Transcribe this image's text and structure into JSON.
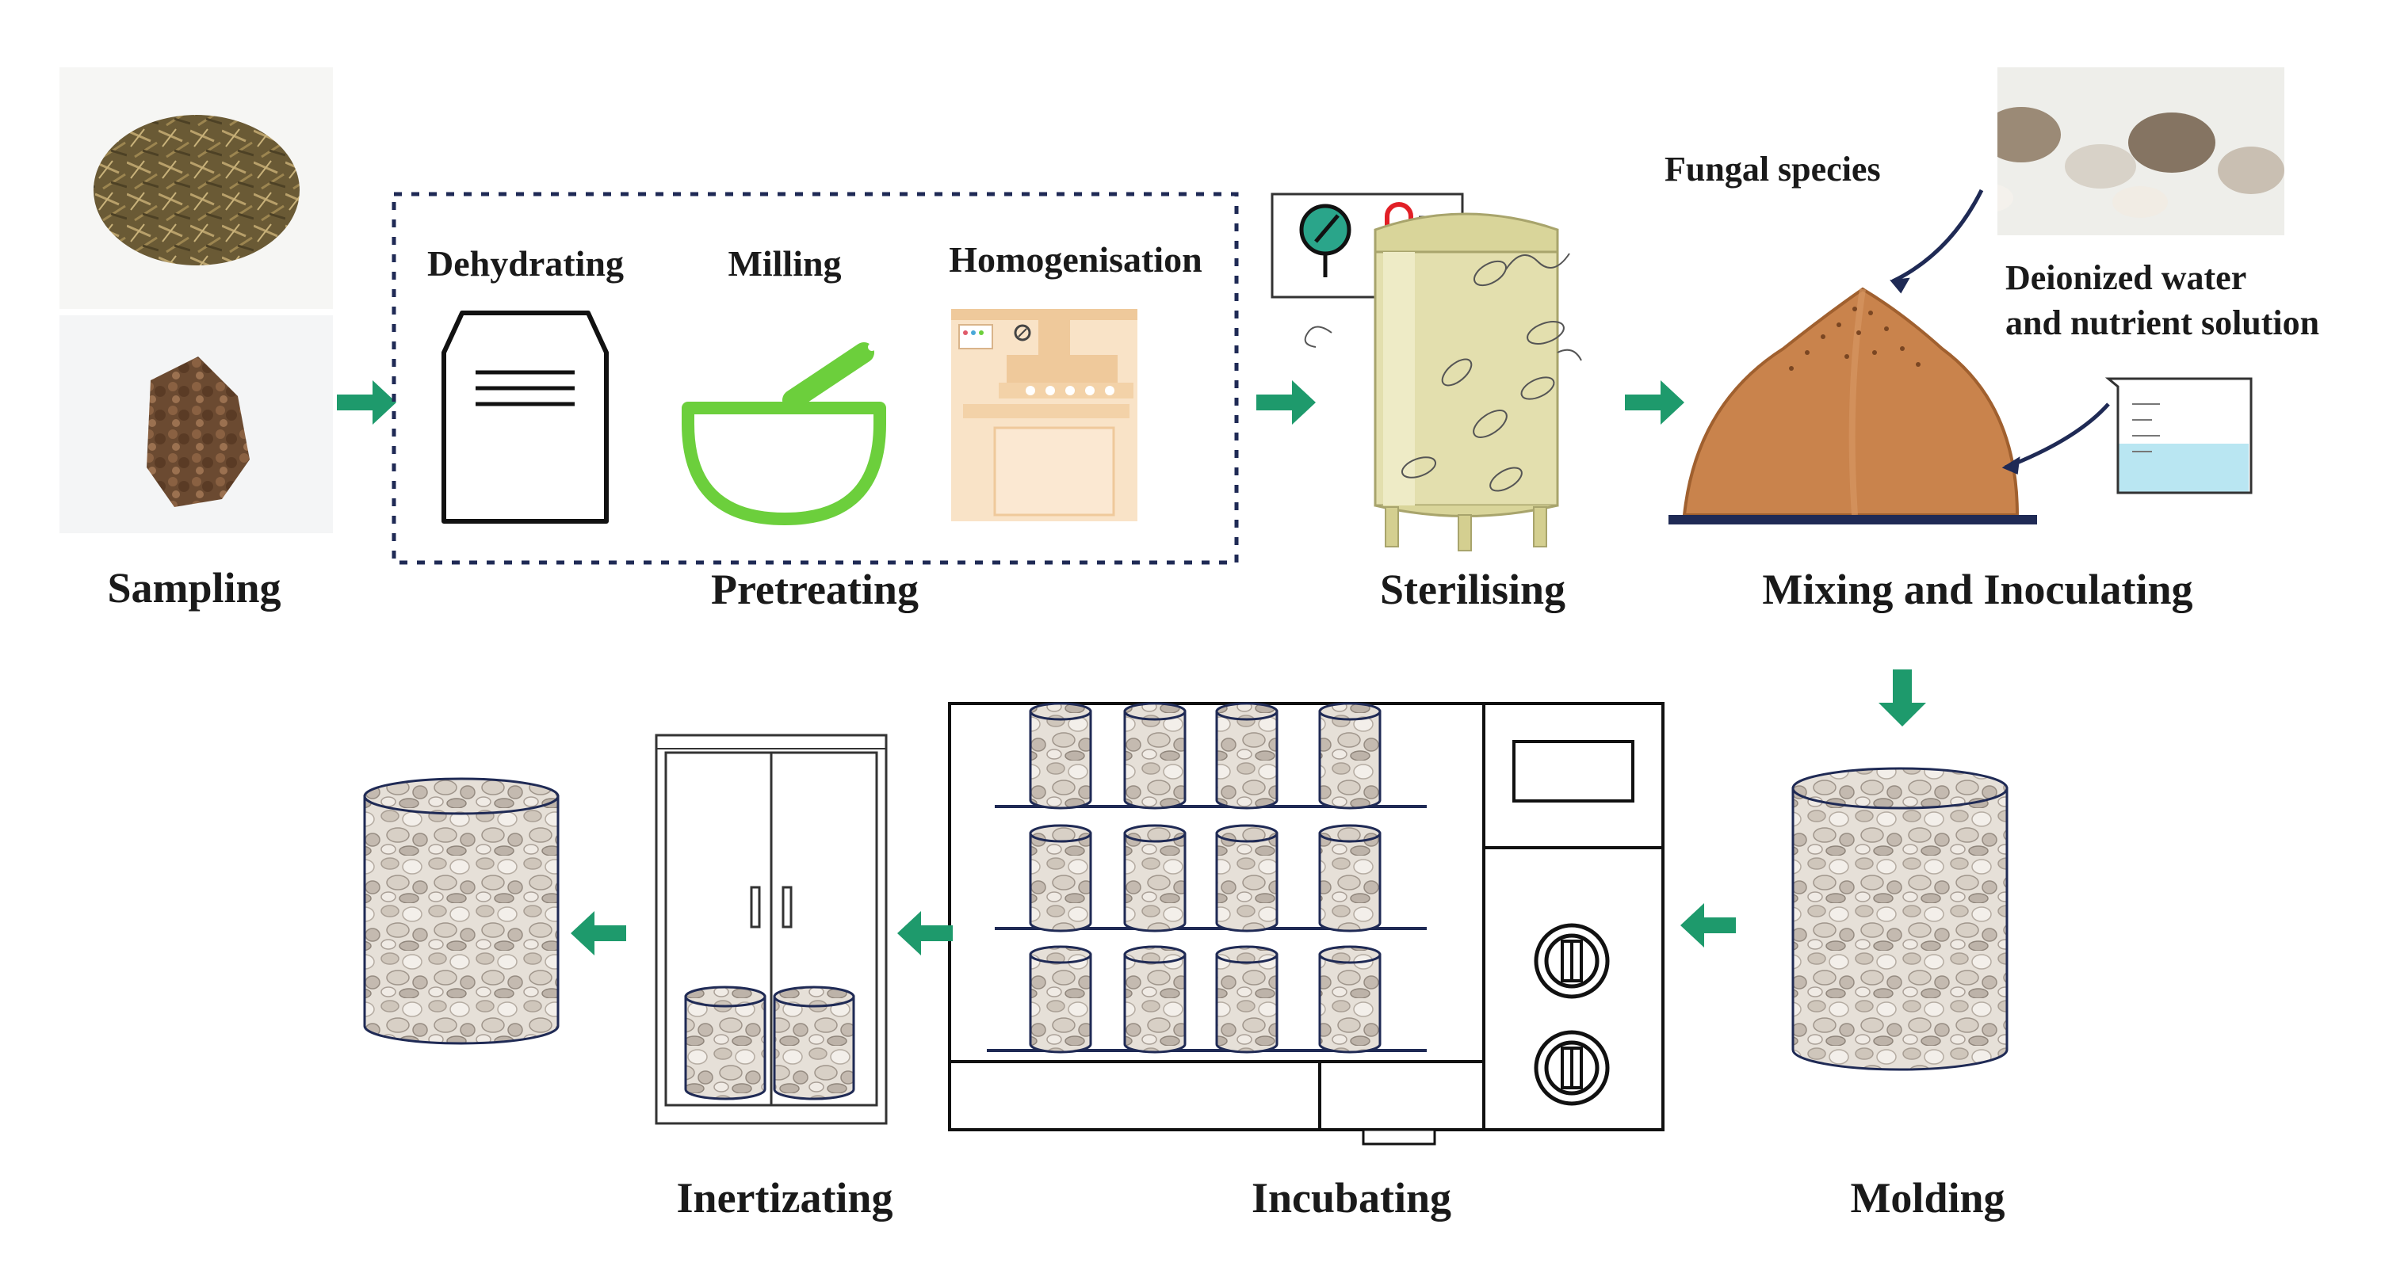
{
  "stages": {
    "sampling": "Sampling",
    "pretreating": "Pretreating",
    "sterilising": "Sterilising",
    "mixing": "Mixing and Inoculating",
    "molding": "Molding",
    "incubating": "Incubating",
    "inertizating": "Inertizating"
  },
  "substeps": {
    "dehydrating": "Dehydrating",
    "milling": "Milling",
    "homogenisation": "Homogenisation"
  },
  "mixing": {
    "fungal": "Fungal species",
    "water_line1": "Deionized water",
    "water_line2": "and nutrient solution"
  },
  "colors": {
    "arrow": "#1e9a6c",
    "pretreat_border": "#1f2a55",
    "mortar": "#6ccf3c",
    "substrate": "#c9834c",
    "plate": "#1f2a55",
    "tank": "#e3dfae",
    "water": "#b9e6f2"
  },
  "icons": [
    "thermometer-icon",
    "pressure-gauge-icon",
    "mortar-pestle-icon",
    "document-icon",
    "beaker-icon"
  ]
}
